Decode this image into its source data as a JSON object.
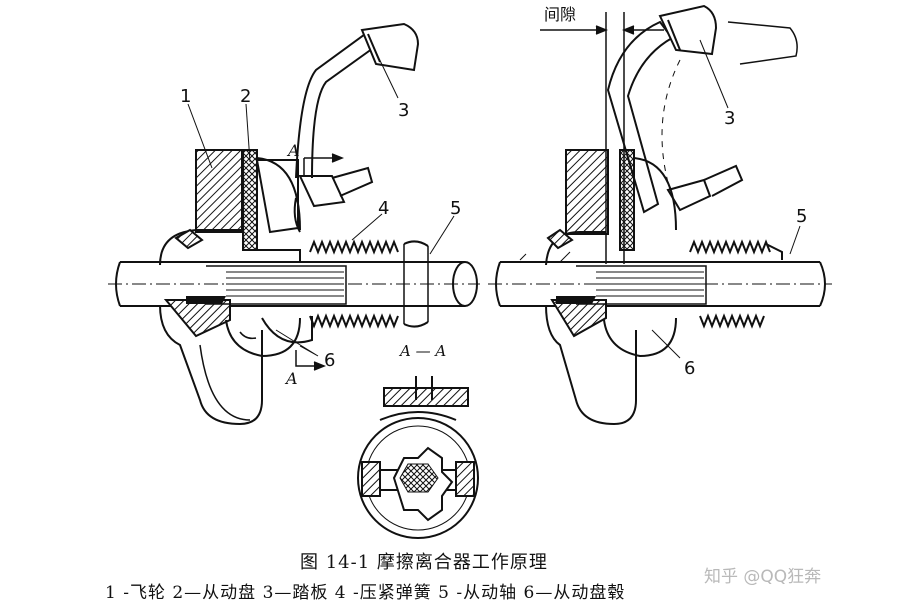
{
  "labels": {
    "part1": "1",
    "part2": "2",
    "part3_left": "3",
    "part3_right": "3",
    "part4": "4",
    "part5_left": "5",
    "part5_right": "5",
    "part6_left": "6",
    "part6_right": "6",
    "section_top": "A",
    "section_bottom": "A",
    "section_view": "A — A",
    "gap": "间隙"
  },
  "caption": {
    "title": "图 14-1   摩擦离合器工作原理",
    "legend": "1 -飞轮   2—从动盘   3—踏板   4 -压紧弹簧   5 -从动轴   6—从动盘毂"
  },
  "watermark": "知乎 @QQ狂奔"
}
